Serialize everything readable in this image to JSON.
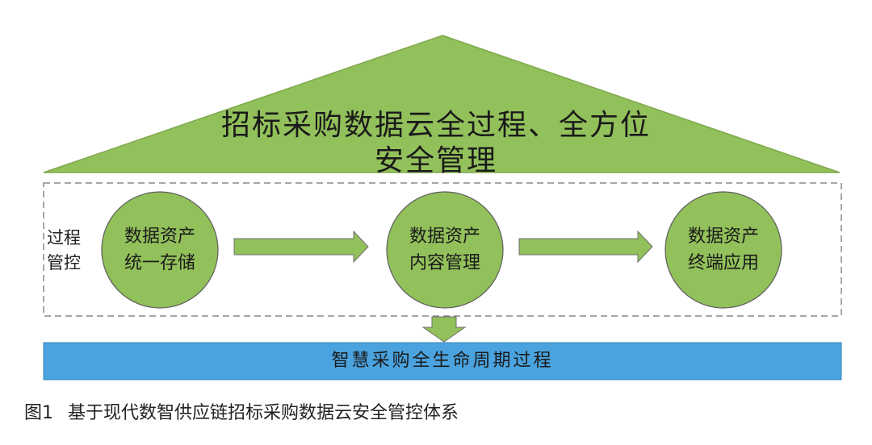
{
  "roof": {
    "line1": "招标采购数据云全过程、全方位",
    "line2": "安全管理",
    "color": "#92c05a"
  },
  "process_label": {
    "line1": "过程",
    "line2": "管控"
  },
  "circles": [
    {
      "line1": "数据资产",
      "line2": "统一存储"
    },
    {
      "line1": "数据资产",
      "line2": "内容管理"
    },
    {
      "line1": "数据资产",
      "line2": "终端应用"
    }
  ],
  "circle_color": "#92c05a",
  "arrow_color": "#92c05a",
  "bottom_bar": {
    "label": "智慧采购全生命周期过程",
    "color": "#4aa3df"
  },
  "caption": {
    "number": "图1",
    "text": "基于现代数智供应链招标采购数据云安全管控体系"
  }
}
